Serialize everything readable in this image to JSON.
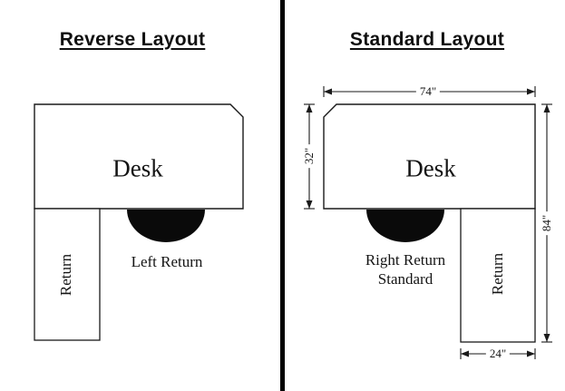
{
  "colors": {
    "line": "#1a1a1a",
    "chair": "#0a0a0a",
    "divider": "#000000",
    "background": "#ffffff"
  },
  "left_panel": {
    "title": "Reverse Layout",
    "desk_label": "Desk",
    "return_label": "Return",
    "caption": "Left Return"
  },
  "right_panel": {
    "title": "Standard Layout",
    "desk_label": "Desk",
    "return_label": "Return",
    "caption_line1": "Right Return",
    "caption_line2": "Standard",
    "dimensions": {
      "top_width": "74\"",
      "desk_depth": "32\"",
      "total_depth": "84\"",
      "return_width": "24\""
    }
  }
}
